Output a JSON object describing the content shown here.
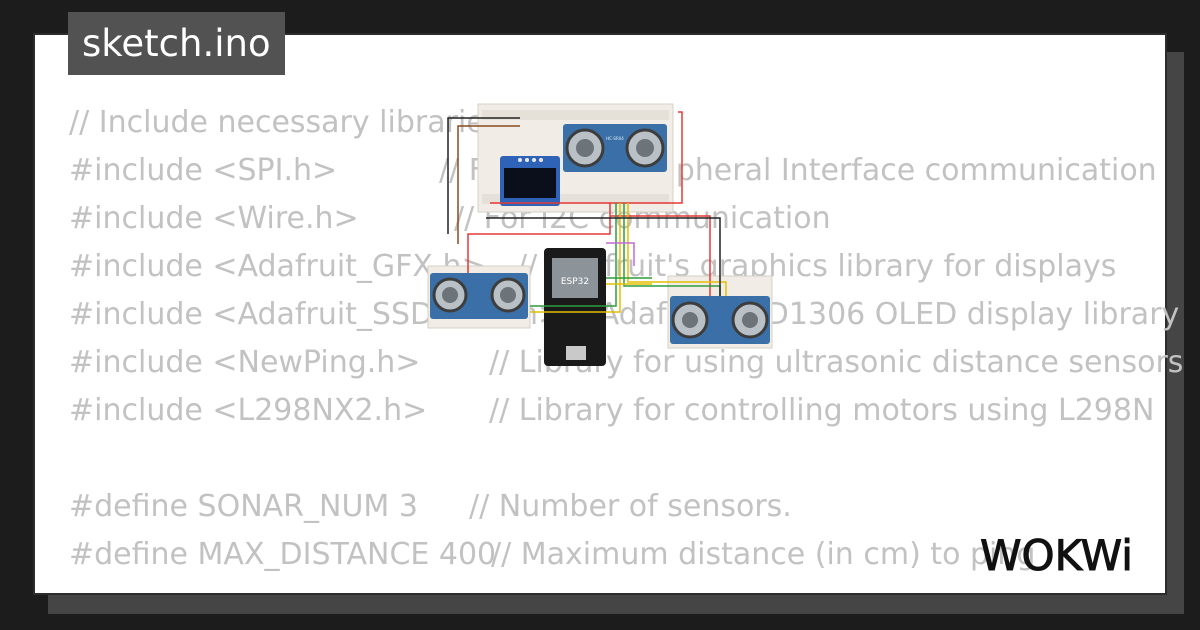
{
  "tab": {
    "filename": "sketch.ino"
  },
  "code": {
    "lines": [
      {
        "text": "// Include necessary libraries",
        "comment": ""
      },
      {
        "text": "#include <SPI.h>",
        "comment": "// For Serial Peripheral Interface communication"
      },
      {
        "text": "#include <Wire.h>",
        "comment": "// For I2C communication"
      },
      {
        "text": "#include <Adafruit_GFX.h>",
        "comment": "// Adafruit's graphics library for displays"
      },
      {
        "text": "#include <Adafruit_SSD1306.h>",
        "comment": "// Adafruit SSD1306 OLED display library"
      },
      {
        "text": "#include <NewPing.h>",
        "comment": "// Library for using ultrasonic distance sensors"
      },
      {
        "text": "#include <L298NX2.h>",
        "comment": "// Library for controlling motors using L298N"
      },
      {
        "text": "",
        "comment": ""
      },
      {
        "text": "#define SONAR_NUM 3",
        "comment": "// Number of sensors."
      },
      {
        "text": "#define MAX_DISTANCE 400",
        "comment": "// Maximum distance (in cm) to ping"
      }
    ]
  },
  "diagram": {
    "mcu_label": "ESP32",
    "sensor_label": "HC-SR04",
    "colors": {
      "wire_red": "#e53935",
      "wire_green": "#2e9d3a",
      "wire_yellow": "#e2c000",
      "wire_black": "#222222",
      "wire_brown": "#8a4b1f",
      "wire_purple": "#c46ad8",
      "sensor_blue": "#3a6fa8"
    }
  },
  "brand": {
    "logo": "WOKWi"
  }
}
